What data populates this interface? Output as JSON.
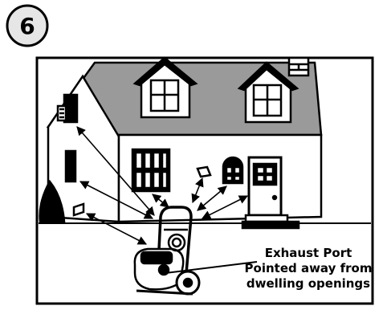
{
  "step": {
    "number": "6"
  },
  "callout": {
    "line1": "Exhaust Port",
    "line2": "Pointed away from",
    "line3": "dwelling openings"
  },
  "colors": {
    "ink": "#000000",
    "roof": "#9a9a9a",
    "wall": "#ffffff",
    "badge_fill": "#e6e6e6"
  }
}
